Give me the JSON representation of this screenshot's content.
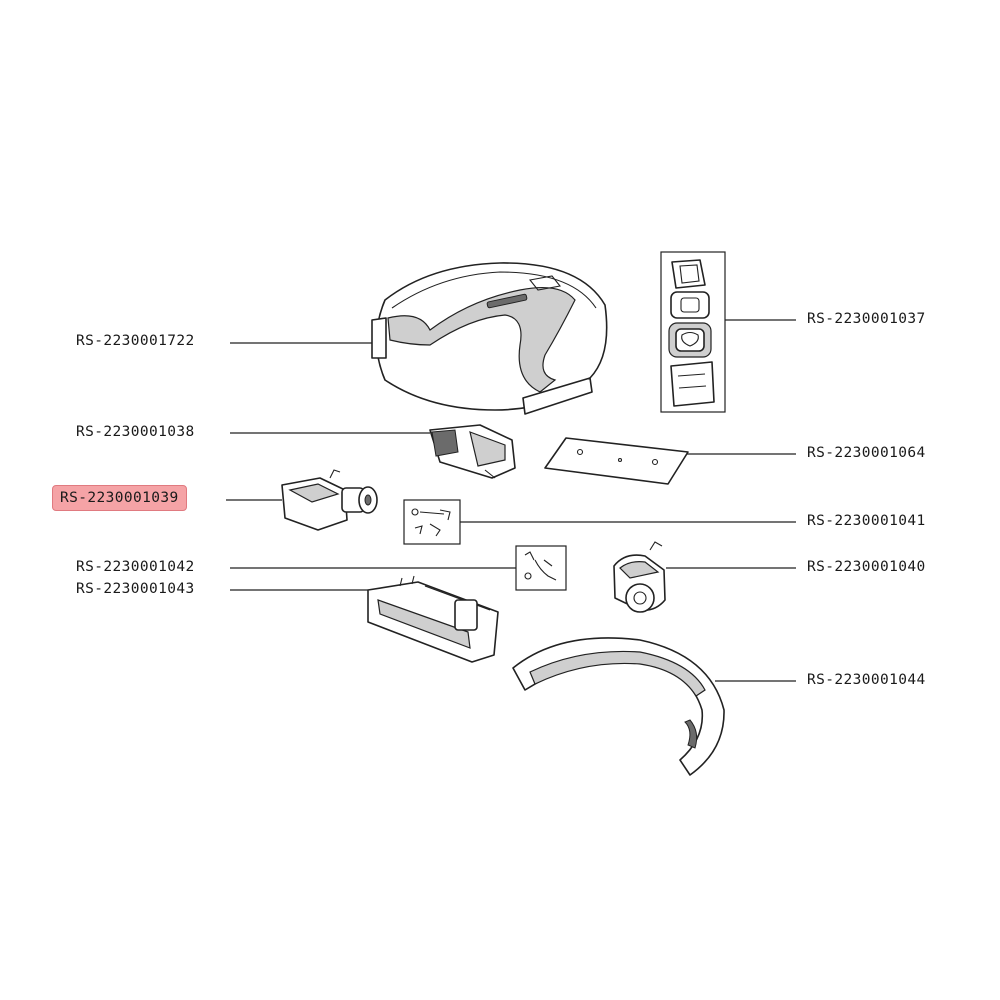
{
  "highlight_color": "#f5a3a6",
  "parts": [
    {
      "id": "p1722",
      "code": "RS-2230001722",
      "highlighted": false
    },
    {
      "id": "p1037",
      "code": "RS-2230001037",
      "highlighted": false
    },
    {
      "id": "p1038",
      "code": "RS-2230001038",
      "highlighted": false
    },
    {
      "id": "p1064",
      "code": "RS-2230001064",
      "highlighted": false
    },
    {
      "id": "p1039",
      "code": "RS-2230001039",
      "highlighted": true
    },
    {
      "id": "p1041",
      "code": "RS-2230001041",
      "highlighted": false
    },
    {
      "id": "p1042",
      "code": "RS-2230001042",
      "highlighted": false
    },
    {
      "id": "p1040",
      "code": "RS-2230001040",
      "highlighted": false
    },
    {
      "id": "p1043",
      "code": "RS-2230001043",
      "highlighted": false
    },
    {
      "id": "p1044",
      "code": "RS-2230001044",
      "highlighted": false
    }
  ]
}
